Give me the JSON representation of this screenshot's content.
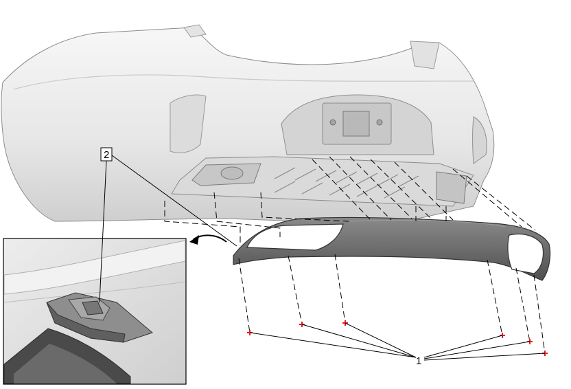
{
  "callouts": {
    "fastener_label": "1",
    "clip_label": "2"
  },
  "colors": {
    "bumper_fill": "#ececec",
    "bumper_shade": "#d2d2d2",
    "bumper_dark": "#9a9a9a",
    "trim_fill": "#6e6e6e",
    "trim_dark": "#4a4a4a",
    "fastener": "#e02020",
    "detail_bg": "#e2e2e2",
    "detail_border": "#000000"
  },
  "icons": [
    "rear-bumper-fascia",
    "lower-trim-panel",
    "fastener-marker",
    "detail-view",
    "detail-arrow"
  ]
}
